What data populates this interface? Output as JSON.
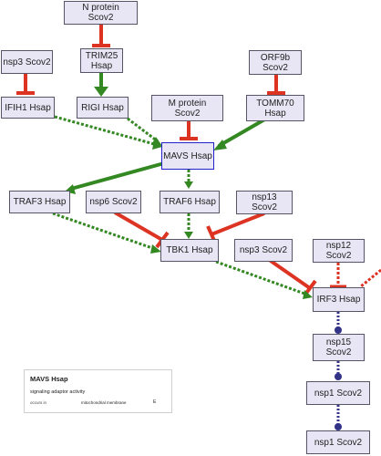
{
  "nodes": {
    "n_protein": "N protein\nScov2",
    "nsp3_left": "nsp3 Scov2",
    "trim25": "TRIM25\nHsap",
    "orf9b": "ORF9b\nScov2",
    "ifih1": "IFIH1 Hsap",
    "rigi": "RIGI Hsap",
    "m_protein": "M protein\nScov2",
    "tomm70": "TOMM70\nHsap",
    "mavs": "MAVS Hsap",
    "traf3": "TRAF3 Hsap",
    "nsp6": "nsp6 Scov2",
    "traf6": "TRAF6 Hsap",
    "nsp13": "nsp13\nScov2",
    "tbk1": "TBK1 Hsap",
    "nsp3_mid": "nsp3 Scov2",
    "nsp12": "nsp12\nScov2",
    "irf3": "IRF3 Hsap",
    "nsp15": "nsp15\nScov2",
    "nsp1_a": "nsp1 Scov2",
    "nsp1_b": "nsp1 Scov2"
  },
  "legend": {
    "title": "MAVS Hsap",
    "function": "signaling adaptor activity",
    "location_key": "occurs in",
    "location_value": "mitochondrial membrane",
    "evidence": "E"
  },
  "colors": {
    "inhibit": "#dd3322",
    "activate": "#338822",
    "indirect_activate": "#338822",
    "indirect_inhibit": "#dd3322",
    "binding": "#333388",
    "node_fill": "#e8e6f4"
  }
}
